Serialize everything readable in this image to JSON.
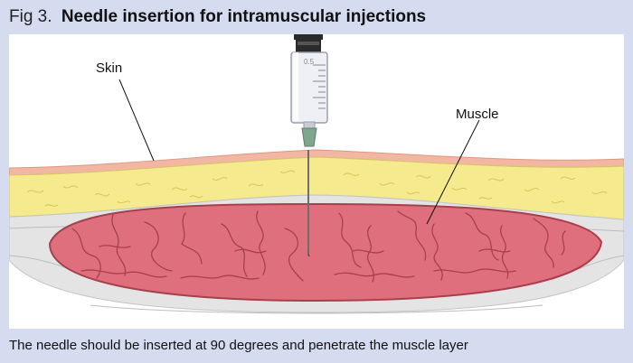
{
  "figure": {
    "label": "Fig 3.",
    "title": "Needle insertion for intramuscular injections",
    "caption": "The needle should be inserted at 90 degrees and penetrate the muscle layer"
  },
  "diagram": {
    "labels": {
      "skin": "Skin",
      "muscle": "Muscle"
    },
    "syringe_scale": "0.5",
    "colors": {
      "background": "#d6dcf0",
      "skin_epidermis": "#f2b7a3",
      "fat_layer": "#f5ea8e",
      "fascia": "#e2e2e2",
      "muscle": "#df6f7c",
      "muscle_outline": "#a83f4c",
      "syringe_barrel": "#eef0f6",
      "plunger": "#2a2a2a",
      "needle_hub": "#7fa68e"
    }
  }
}
